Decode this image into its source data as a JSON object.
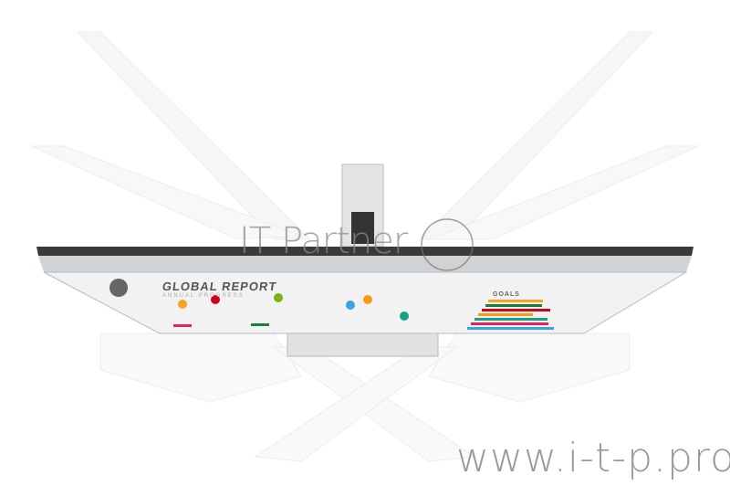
{
  "watermark": {
    "logo_text": "IT Partner",
    "url_text": "www.i-t-p.pro"
  },
  "screen": {
    "title": "GLOBAL REPORT",
    "subtitle": "ANNUAL PROGRESS",
    "goals_label": "GOALS"
  },
  "colors": {
    "pins": [
      "#f5a623",
      "#d0021b",
      "#7ab317",
      "#3aa3e3",
      "#f39c12",
      "#16a085",
      "#e91e63",
      "#1a7f3c"
    ],
    "bezel": "#3a3a3a",
    "body": "#e6e6e6"
  }
}
